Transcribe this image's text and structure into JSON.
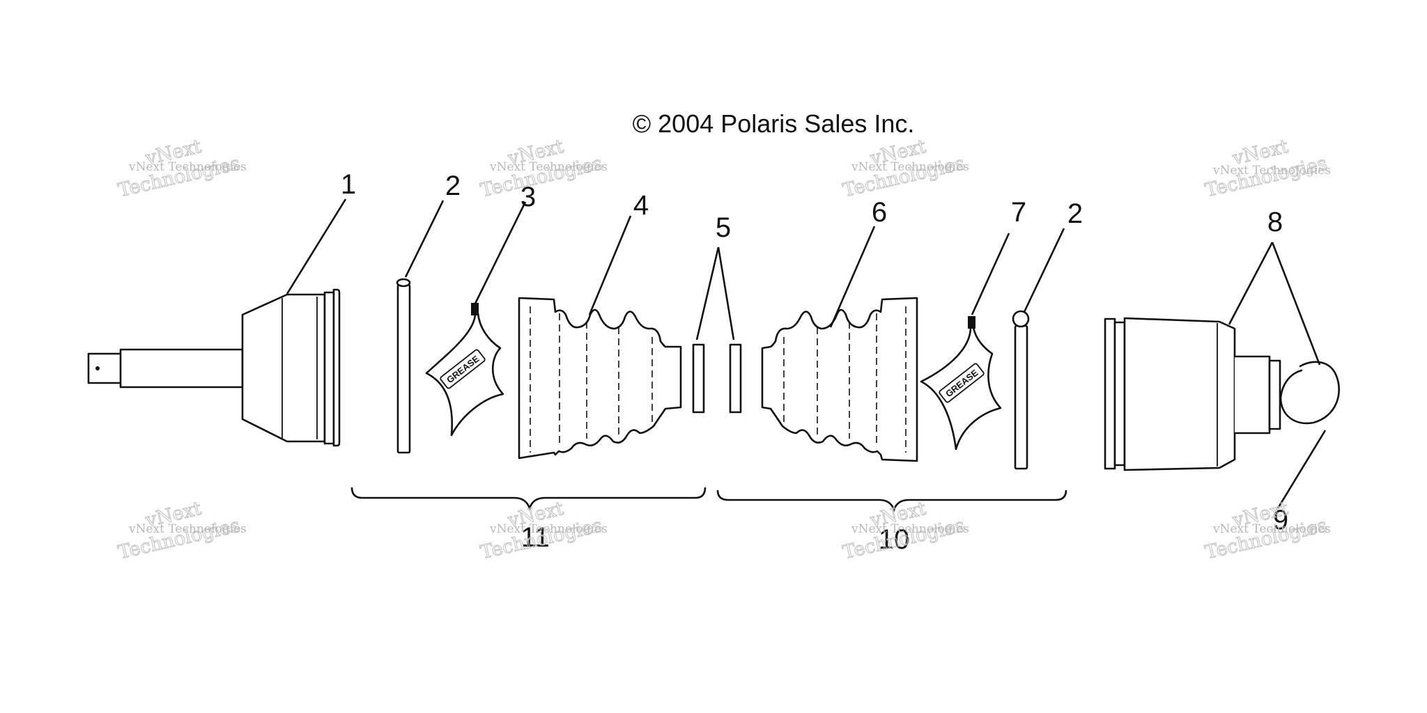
{
  "copyright": "© 2004 Polaris Sales Inc.",
  "callouts": [
    "1",
    "2",
    "3",
    "4",
    "5",
    "6",
    "7",
    "2",
    "8",
    "9",
    "11",
    "10"
  ],
  "grease_label": "GREASE",
  "watermark": {
    "line_small": "vNext Technologies",
    "line_top": "vNext",
    "line_bottom": "Technologies"
  }
}
